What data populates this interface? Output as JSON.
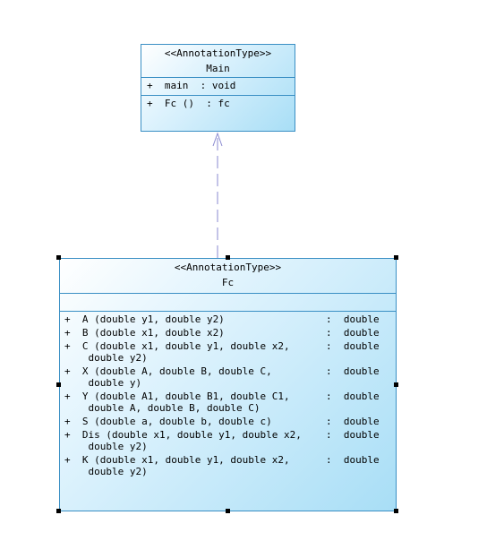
{
  "classes": {
    "main": {
      "stereotype": "<<AnnotationType>>",
      "name": "Main",
      "attributes": [
        "+  main  : void"
      ],
      "operations": [
        "+  Fc ()  : fc"
      ]
    },
    "fc": {
      "stereotype": "<<AnnotationType>>",
      "name": "Fc",
      "attributes": [],
      "operations": [
        {
          "sig": "+  A (double y1, double y2)",
          "ret": ":  double"
        },
        {
          "sig": "+  B (double x1, double x2)",
          "ret": ":  double"
        },
        {
          "sig": "+  C (double x1, double y1, double x2,\n    double y2)",
          "ret": ":  double"
        },
        {
          "sig": "+  X (double A, double B, double C,\n    double y)",
          "ret": ":  double"
        },
        {
          "sig": "+  Y (double A1, double B1, double C1,\n    double A, double B, double C)",
          "ret": ":  double"
        },
        {
          "sig": "+  S (double a, double b, double c)",
          "ret": ":  double"
        },
        {
          "sig": "+  Dis (double x1, double y1, double x2,\n    double y2)",
          "ret": ":  double"
        },
        {
          "sig": "+  K (double x1, double y1, double x2,\n    double y2)",
          "ret": ":  double"
        }
      ]
    }
  },
  "relationship": {
    "type": "dependency",
    "from": "Fc",
    "to": "Main"
  },
  "colors": {
    "border": "#3a8fc4",
    "connector": "#8a8ad0"
  }
}
